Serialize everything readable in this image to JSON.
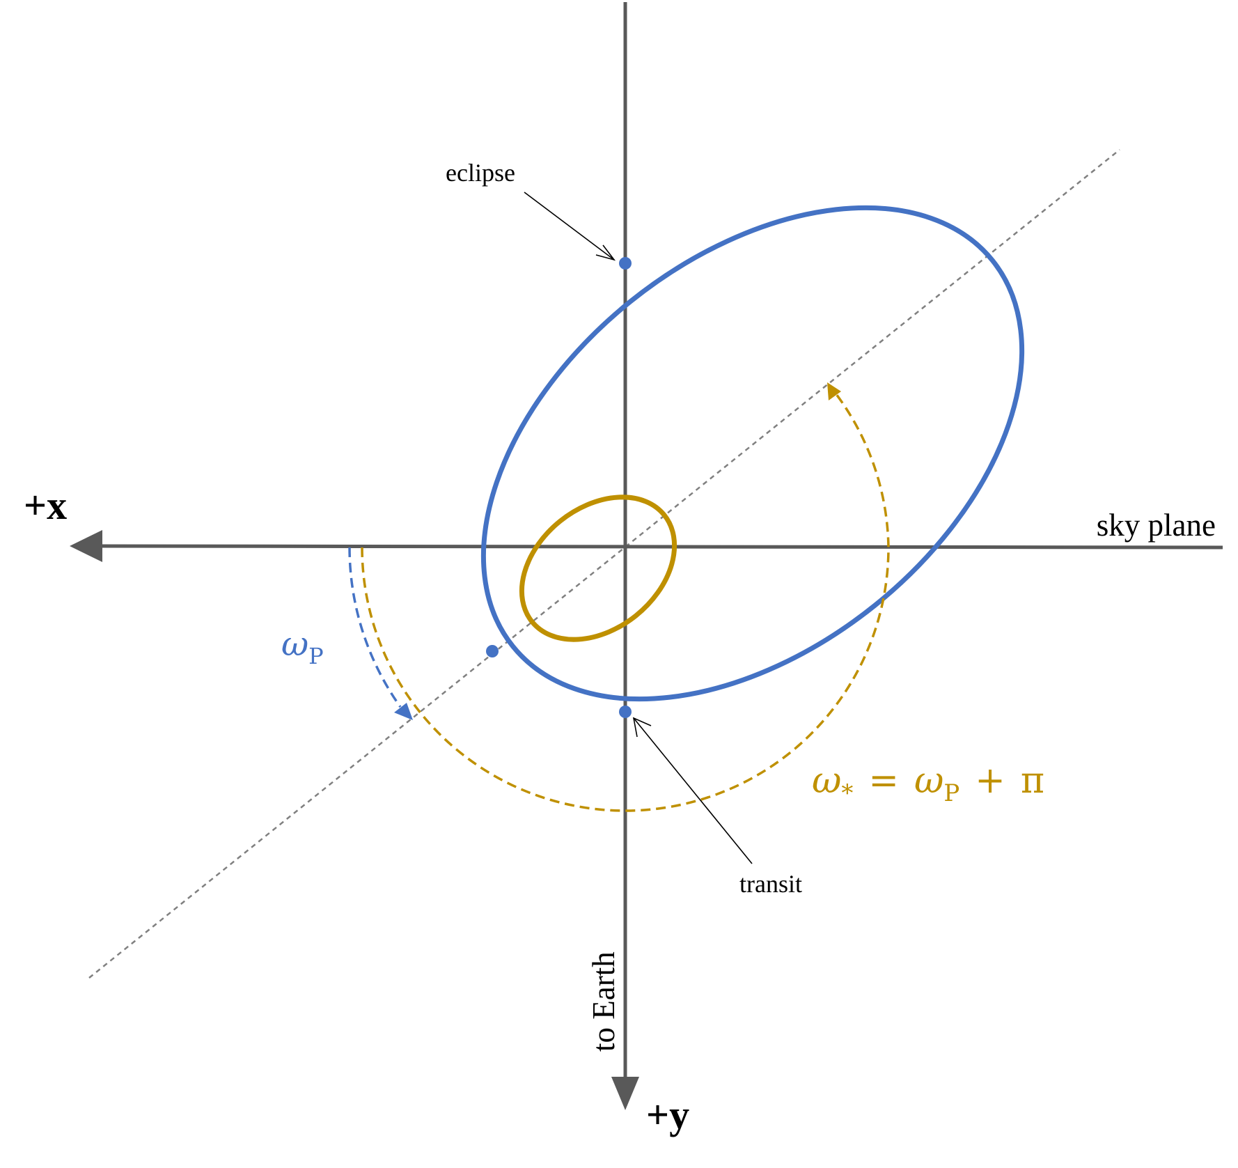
{
  "colors": {
    "background": "#ffffff",
    "axis": "#595959",
    "planet_orbit": "#4472c4",
    "star_orbit": "#bf9000",
    "line_of_apsides": "#808080",
    "text": "#000000"
  },
  "labels": {
    "x_axis": {
      "sign": "+",
      "var": "x"
    },
    "y_axis": {
      "sign": "+",
      "var": "y"
    },
    "sky_plane": "sky plane",
    "to_earth": "to Earth",
    "eclipse": "eclipse",
    "transit": "transit"
  },
  "omega_planet": {
    "symbol": "ω",
    "subscript": "P"
  },
  "omega_star": {
    "symbol": "ω",
    "subscript": "*",
    "equals": "=",
    "rhs_symbol": "ω",
    "rhs_subscript": "P",
    "plus": "+",
    "pi": "π"
  }
}
